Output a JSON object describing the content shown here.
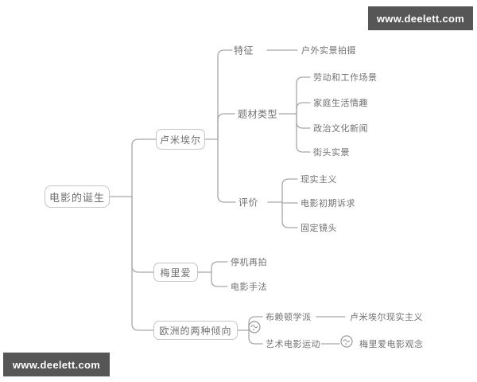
{
  "watermarks": {
    "top_right": "www.deelett.com",
    "bottom_left": "www.deelett.com"
  },
  "root": {
    "label": "电影的诞生"
  },
  "lumiere": {
    "label": "卢米埃尔",
    "feature": {
      "label": "特征",
      "child": "户外实景拍摄"
    },
    "subjects": {
      "label": "题材类型",
      "children": [
        "劳动和工作场景",
        "家庭生活情趣",
        "政治文化新闻",
        "街头实景"
      ]
    },
    "evaluation": {
      "label": "评价",
      "children": [
        "现实主义",
        "电影初期诉求",
        "固定镜头"
      ]
    }
  },
  "melies": {
    "label": "梅里爱",
    "children": [
      "停机再拍",
      "电影手法"
    ]
  },
  "europe": {
    "label": "欧洲的两种倾向",
    "children": [
      {
        "label": "布赖顿学派",
        "child": "卢米埃尔现实主义"
      },
      {
        "label": "艺术电影运动",
        "child": "梅里爱电影观念"
      }
    ]
  },
  "colors": {
    "line": "#a8a8a8",
    "text": "#717171",
    "box_border": "#c6c6c6",
    "watermark_bg": "#565656",
    "watermark_text": "#ffffff"
  }
}
